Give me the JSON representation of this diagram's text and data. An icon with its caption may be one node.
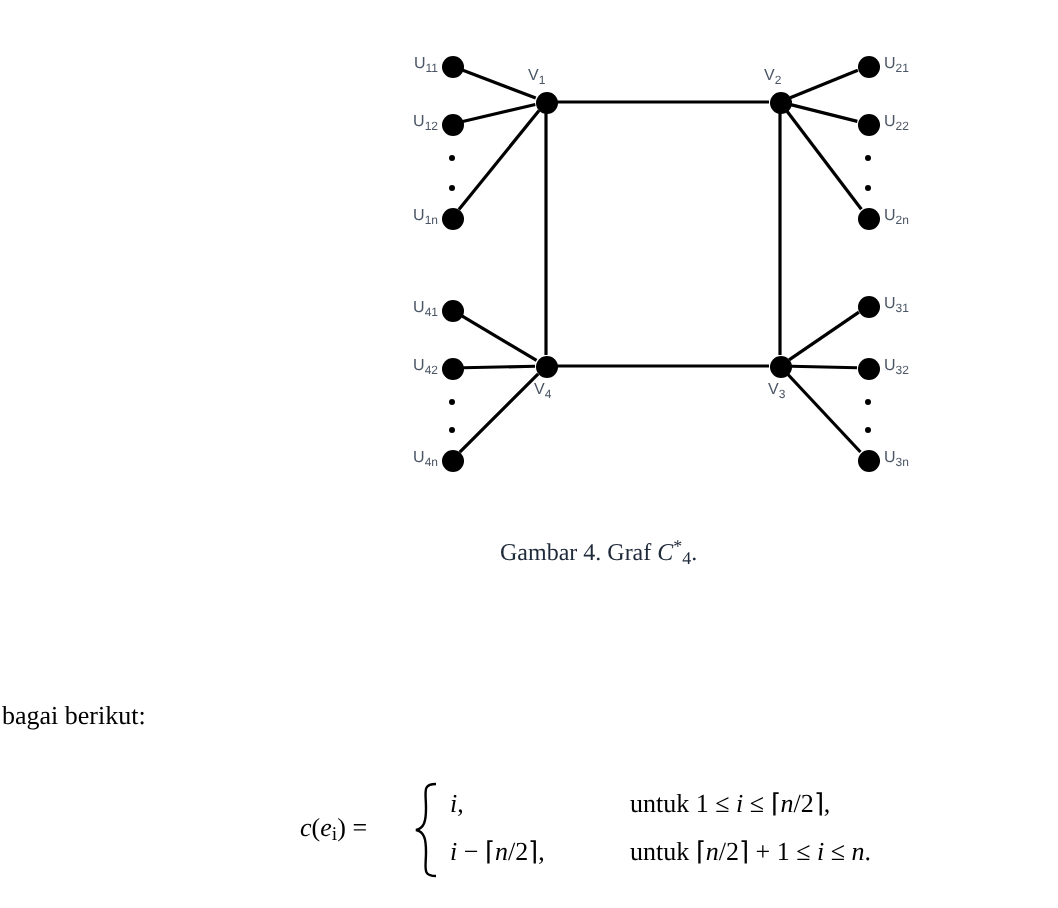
{
  "diagram": {
    "caption": "Gambar  4. Graf *C*$^{*}$$_{4}$.",
    "nodes": [
      {
        "text": [],
        "shape": "circle",
        "beside": [
          "V$_{1}$"
        ]
      },
      {
        "text": [],
        "shape": "circle",
        "beside": [
          "V$_{2}$"
        ]
      },
      {
        "text": [],
        "shape": "circle",
        "beside": [
          "V$_{3}$"
        ]
      },
      {
        "text": [],
        "shape": "circle",
        "beside": [
          "V$_{4}$"
        ]
      },
      {
        "text": [],
        "shape": "circle",
        "beside": [
          "U$_{11}$"
        ]
      },
      {
        "text": [],
        "shape": "circle",
        "beside": [
          "U$_{12}$"
        ]
      },
      {
        "text": [],
        "shape": "circle",
        "beside": [
          "U$_{1n}$"
        ]
      },
      {
        "text": [],
        "shape": "circle",
        "beside": [
          "U$_{21}$"
        ]
      },
      {
        "text": [],
        "shape": "circle",
        "beside": [
          "U$_{22}$"
        ]
      },
      {
        "text": [],
        "shape": "circle",
        "beside": [
          "U$_{2n}$"
        ]
      },
      {
        "text": [],
        "shape": "circle",
        "beside": [
          "U$_{41}$"
        ]
      },
      {
        "text": [],
        "shape": "circle",
        "beside": [
          "U$_{42}$"
        ]
      },
      {
        "text": [],
        "shape": "circle",
        "beside": [
          "U$_{4n}$"
        ]
      },
      {
        "text": [],
        "shape": "circle",
        "beside": [
          "U$_{31}$"
        ]
      },
      {
        "text": [],
        "shape": "circle",
        "beside": [
          "U$_{32}$"
        ]
      },
      {
        "text": [],
        "shape": "circle",
        "beside": [
          "U$_{3n}$"
        ]
      }
    ],
    "edges": [
      {
        "from": 0,
        "to": 1,
        "arrow": "none"
      },
      {
        "from": 1,
        "to": 2,
        "arrow": "none"
      },
      {
        "from": 2,
        "to": 3,
        "arrow": "none"
      },
      {
        "from": 3,
        "to": 0,
        "arrow": "none"
      },
      {
        "from": 4,
        "to": 0,
        "arrow": "none"
      },
      {
        "from": 5,
        "to": 0,
        "arrow": "none"
      },
      {
        "from": 6,
        "to": 0,
        "arrow": "none"
      },
      {
        "from": 1,
        "to": 7,
        "arrow": "none"
      },
      {
        "from": 1,
        "to": 8,
        "arrow": "none"
      },
      {
        "from": 1,
        "to": 9,
        "arrow": "none"
      },
      {
        "from": 10,
        "to": 3,
        "arrow": "none"
      },
      {
        "from": 11,
        "to": 3,
        "arrow": "none"
      },
      {
        "from": 12,
        "to": 3,
        "arrow": "none"
      },
      {
        "from": 2,
        "to": 13,
        "arrow": "none"
      },
      {
        "from": 2,
        "to": 14,
        "arrow": "none"
      },
      {
        "from": 2,
        "to": 15,
        "arrow": "none"
      }
    ],
    "labels": [
      "bagai berikut:",
      "*c*(*e*$_{i}$) =",
      "*i*,",
      "untuk 1 ≤ *i* ≤ ⌈*n*/2⌉,",
      "*i* − ⌈*n*/2⌉,",
      "untuk ⌈*n*/2⌉ + 1 ≤ *i* ≤ *n*."
    ]
  }
}
